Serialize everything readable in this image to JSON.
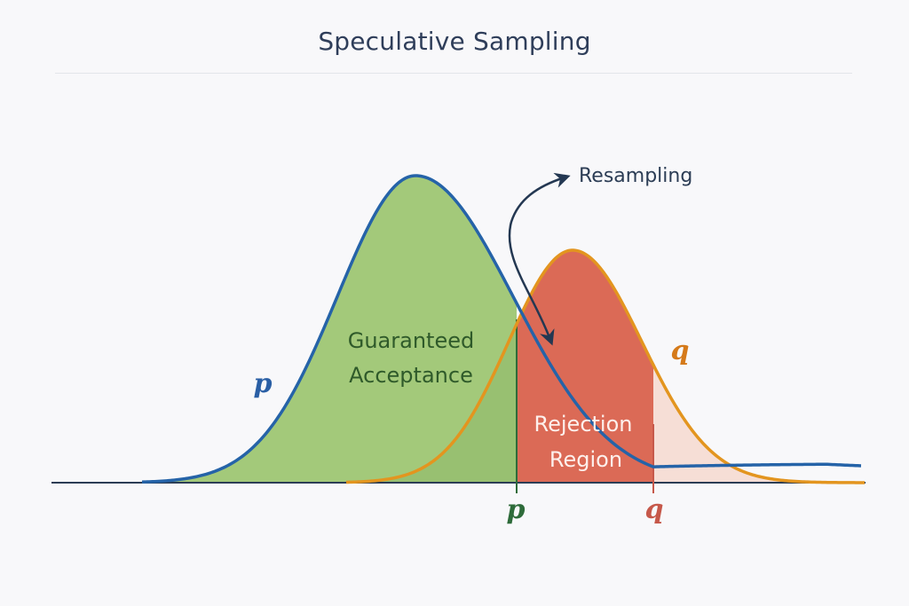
{
  "title": "Speculative Sampling",
  "labels": {
    "accept_line1": "Guaranteed",
    "accept_line2": "Acceptance",
    "reject_line1": "Rejection",
    "reject_line2": "Region",
    "resampling": "Resampling",
    "curve_p": "p",
    "curve_q": "q",
    "axis_p": "p",
    "axis_q": "q"
  },
  "colors": {
    "p_curve": "#2563a8",
    "q_curve": "#e3951f",
    "accept_fill": "#a3c97a",
    "reject_fill": "#d9634f",
    "q_fill": "#f6d9cf",
    "arrow": "#243852",
    "axis": "#2c3d55",
    "p_label": "#2a5fa5",
    "q_label": "#d57a1a",
    "accept_text": "#2f5a2a",
    "reject_text": "#fdf0ec",
    "axis_p_label": "#2e6b3a",
    "axis_q_label": "#c6584a"
  }
}
